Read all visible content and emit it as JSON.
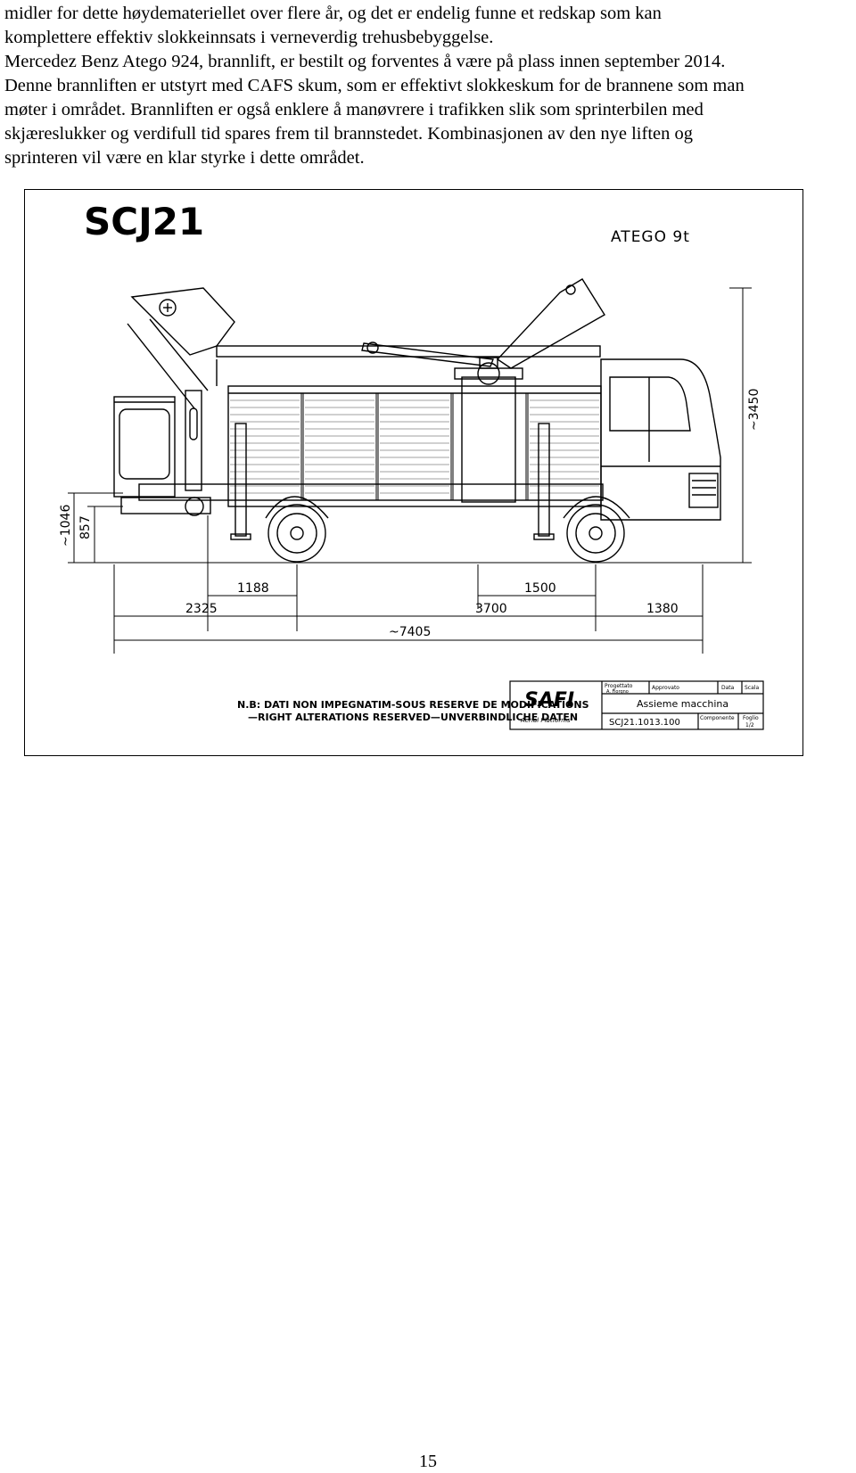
{
  "body_lines": [
    "midler for dette høydemateriellet over flere år, og det er endelig funne et redskap som kan",
    "komplettere effektiv slokkeinnsats i verneverdig trehusbebyggelse.",
    "Mercedez Benz Atego 924, brannlift, er bestilt og forventes å være på plass innen september 2014.",
    "Denne brannliften er utstyrt med CAFS skum, som er effektivt slokkeskum for de brannene som man",
    "møter i området. Brannliften er også enklere å manøvrere i trafikken slik som sprinterbilen med",
    "skjæreslukker og verdifull tid spares frem til brannstedet. Kombinasjonen av den nye liften og",
    "sprinteren vil være en klar styrke i dette området."
  ],
  "drawing": {
    "model": "SCJ21",
    "chassis": "ATEGO 9t",
    "dimensions": {
      "height_total": "~3450",
      "rear_height_1": "~1046",
      "rear_height_2": "857",
      "d_1188": "1188",
      "d_1500": "1500",
      "d_2325": "2325",
      "d_3700": "3700",
      "d_1380": "1380",
      "length_total": "~7405"
    },
    "note_line1": "N.B: DATI NON IMPEGNATIM-SOUS RESERVE DE MODIFICATIONS",
    "note_line2": "—RIGHT ALTERATIONS RESERVED—UNVERBINDLICHE DATEN",
    "title_block": {
      "brand": "SAFI",
      "brand_sub": "Aerial Platforms",
      "progettato_label": "Progettato",
      "progettato_value": "A. Fiorgno",
      "approvato_label": "Approvato",
      "data_label": "Data",
      "scala_label": "Scala",
      "title": "Assieme macchina",
      "code": "SCJ21.1013.100",
      "componente_label": "Componente",
      "foglio_label": "Foglio",
      "foglio_value": "1/2"
    }
  },
  "page_number": "15"
}
